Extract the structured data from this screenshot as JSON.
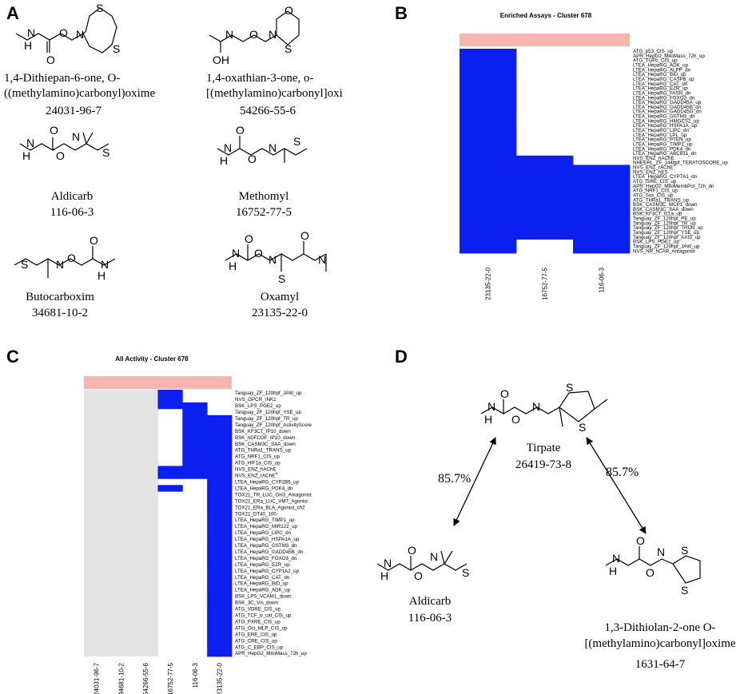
{
  "panels": {
    "a": "A",
    "b": "B",
    "c": "C",
    "d": "D"
  },
  "panel_a": {
    "compounds": [
      {
        "name_lines": [
          "1,4-Dithiepan-6-one, O-",
          "((methylamino)carbonyl)oxime"
        ],
        "cas": "24031-96-7"
      },
      {
        "name_lines": [
          "1,4-oxathian-3-one, o-",
          "[(methylamino)carbonyl]oxi"
        ],
        "cas": "54266-55-6"
      },
      {
        "name_lines": [
          "Aldicarb"
        ],
        "cas": "116-06-3"
      },
      {
        "name_lines": [
          "Methomyl"
        ],
        "cas": "16752-77-5"
      },
      {
        "name_lines": [
          "Butocarboxim"
        ],
        "cas": "34681-10-2"
      },
      {
        "name_lines": [
          "Oxamyl"
        ],
        "cas": "23135-22-0"
      }
    ],
    "atoms": {
      "S": "S",
      "N": "N",
      "H": "H",
      "O": "O",
      "OH": "OH"
    }
  },
  "chart_data": [
    {
      "type": "heatmap",
      "title": "Enriched Assays - Cluster 678",
      "colors": {
        "active": "#0a1ff0",
        "bar": "#f5b5b0",
        "inactive": "#ffffff"
      },
      "columns": [
        "23135-22-0",
        "16752-77-5",
        "116-06-3"
      ],
      "rows": [
        "ATG_p53_CIS_up",
        "APR_HepG2_MitoMass_72h_up",
        "ATG_TGFb_CIS_up",
        "LTEA_HepaRG_ADK_up",
        "LTEA_HepaRG_ALPP_dn",
        "LTEA_HepaRG_BID_up",
        "LTEA_HepaRG_CASP8_up",
        "LTEA_HepaRG_CAT_dn",
        "LTEA_HepaRG_EZR_up",
        "LTEA_HepaRG_FASN_dn",
        "LTEA_HepaRG_FOXO3_dn",
        "LTEA_HepaRG_GADD45A_up",
        "LTEA_HepaRG_GADD45B_dn",
        "LTEA_HepaRG_GADD45G_dn",
        "LTEA_HepaRG_GSTM3_dn",
        "LTEA_HepaRG_HMGCS2_up",
        "LTEA_HepaRG_HSPA1A_up",
        "LTEA_HepaRG_LIPC_dn",
        "LTEA_HepaRG_LPL_up",
        "LTEA_HepaRG_PTEN_up",
        "LTEA_HepaRG_TIMP1_up",
        "LTEA_HepaRG_PDK4_dn",
        "LTEA_HepaRG_ABCB11_dn",
        "NVS_ENZ_hAChE",
        "NHEERL_ZF_144hpf_TERATOSCORE_up",
        "NVS_ENZ_rAChE",
        "NVS_ENZ_hES",
        "LTEA_HepaRG_CYP7A1_dn",
        "ATG_ISRE_CIS_up",
        "APR_HepG2_MitoMembPot_72h_dn",
        "ATG_NRF1_CIS_up",
        "ATG_Sox_CIS_up",
        "ATG_THRa1_TRANS_up",
        "BSK_CASM3C_MCP1_down",
        "BSK_CASM3C_SAA_down",
        "BSK_KF3CT_IL1a_up",
        "Tanguay_ZF_120hpf_PE_up",
        "Tanguay_ZF_120hpf_TR_up",
        "Tanguay_ZF_120hpf_TRUN_up",
        "Tanguay_ZF_120hpf_YSE_up",
        "Tanguay_ZF_120hpf_AXIS_up",
        "BSK_LPS_PGE2_up",
        "Tanguay_ZF_120hpf_JAW_up",
        "NVS_NR_hCAR_Antagonist"
      ],
      "active": [
        [
          1,
          0,
          0
        ],
        [
          1,
          0,
          0
        ],
        [
          1,
          0,
          0
        ],
        [
          1,
          0,
          0
        ],
        [
          1,
          0,
          0
        ],
        [
          1,
          0,
          0
        ],
        [
          1,
          0,
          0
        ],
        [
          1,
          0,
          0
        ],
        [
          1,
          0,
          0
        ],
        [
          1,
          0,
          0
        ],
        [
          1,
          0,
          0
        ],
        [
          1,
          0,
          0
        ],
        [
          1,
          0,
          0
        ],
        [
          1,
          0,
          0
        ],
        [
          1,
          0,
          0
        ],
        [
          1,
          0,
          0
        ],
        [
          1,
          0,
          0
        ],
        [
          1,
          0,
          0
        ],
        [
          1,
          0,
          0
        ],
        [
          1,
          0,
          0
        ],
        [
          1,
          0,
          0
        ],
        [
          1,
          0,
          0
        ],
        [
          1,
          0,
          0
        ],
        [
          1,
          1,
          0
        ],
        [
          1,
          1,
          0
        ],
        [
          1,
          1,
          1
        ],
        [
          1,
          1,
          1
        ],
        [
          1,
          1,
          1
        ],
        [
          1,
          1,
          1
        ],
        [
          1,
          1,
          1
        ],
        [
          1,
          1,
          1
        ],
        [
          1,
          1,
          1
        ],
        [
          1,
          1,
          1
        ],
        [
          1,
          1,
          1
        ],
        [
          1,
          1,
          1
        ],
        [
          1,
          1,
          1
        ],
        [
          1,
          1,
          1
        ],
        [
          1,
          1,
          1
        ],
        [
          1,
          1,
          1
        ],
        [
          1,
          1,
          1
        ],
        [
          1,
          1,
          1
        ],
        [
          1,
          0,
          1
        ],
        [
          1,
          0,
          1
        ],
        [
          1,
          0,
          1
        ]
      ],
      "marked_row": "NVS_ENZ_rAChE",
      "marker": "*"
    },
    {
      "type": "heatmap",
      "title": "All Activity - Cluster 678",
      "colors": {
        "active": "#0a1ff0",
        "bar": "#f5b5b0",
        "untested": "#e3e3e3",
        "inactive": "#ffffff"
      },
      "columns": [
        "24031-96-7",
        "34681-10-2",
        "54266-55-6",
        "16752-77-5",
        "116-06-3",
        "23135-22-0"
      ],
      "rows": [
        "Tanguay_ZF_120hpf_JAW_up",
        "NVS_GPCR_rNK1",
        "BSK_LPS_PGE2_up",
        "Tanguay_ZF_120hpf_YSE_up",
        "Tanguay_ZF_120hpf_TR_up",
        "Tanguay_ZF_120hpf_ActivityScore",
        "BSK_KF3CT_IP10_down",
        "BSK_hDFCGF_IP10_down",
        "BSK_CASM3C_SAA_down",
        "ATG_THRa1_TRANS_up",
        "ATG_NRF1_CIS_up",
        "ATG_HIF1a_CIS_up",
        "NVS_ENZ_hAChE",
        "NVS_ENZ_rAChE",
        "LTEA_HepaRG_CYP2B6_up",
        "LTEA_HepaRG_PDK4_dn",
        "TOX21_TR_LUC_GH3_Antagonist",
        "TOX21_ERa_LUC_VM7_Agonist",
        "TOX21_ERa_BLA_Agonist_ch2",
        "TOX21_DT40_100",
        "LTEA_HepaRG_TIMP1_up",
        "LTEA_HepaRG_MIR122_up",
        "LTEA_HepaRG_LIPC_dn",
        "LTEA_HepaRG_HSPA1A_up",
        "LTEA_HepaRG_GSTM3_dn",
        "LTEA_HepaRG_GADD45B_dn",
        "LTEA_HepaRG_FOXO3_dn",
        "LTEA_HepaRG_EZR_up",
        "LTEA_HepaRG_CYP1A2_up",
        "LTEA_HepaRG_CAT_dn",
        "LTEA_HepaRG_BID_up",
        "LTEA_HepaRG_ADK_up",
        "BSK_LPS_VCAM1_down",
        "BSK_3C_Vis_down",
        "ATG_VDRE_CIS_up",
        "ATG_TCF_b_cat_CIS_up",
        "ATG_PXRE_CIS_up",
        "ATG_Oct_MLP_CIS_up",
        "ATG_ERE_CIS_up",
        "ATG_CRE_CIS_up",
        "ATG_C_EBP_CIS_up",
        "APR_HepG2_MitoMass_72h_up"
      ],
      "active": [
        [
          0,
          0,
          0,
          1,
          0,
          0
        ],
        [
          0,
          0,
          0,
          1,
          0,
          0
        ],
        [
          0,
          0,
          0,
          1,
          1,
          0
        ],
        [
          0,
          0,
          0,
          0,
          1,
          0
        ],
        [
          0,
          0,
          0,
          0,
          1,
          1
        ],
        [
          0,
          0,
          0,
          0,
          1,
          1
        ],
        [
          0,
          0,
          0,
          0,
          1,
          1
        ],
        [
          0,
          0,
          0,
          0,
          1,
          1
        ],
        [
          0,
          0,
          0,
          0,
          1,
          1
        ],
        [
          0,
          0,
          0,
          0,
          1,
          1
        ],
        [
          0,
          0,
          0,
          0,
          1,
          1
        ],
        [
          0,
          0,
          0,
          0,
          1,
          1
        ],
        [
          0,
          0,
          0,
          1,
          1,
          1
        ],
        [
          0,
          0,
          0,
          1,
          1,
          1
        ],
        [
          0,
          0,
          0,
          0,
          0,
          1
        ],
        [
          0,
          0,
          0,
          1,
          0,
          1
        ],
        [
          0,
          0,
          0,
          0,
          0,
          1
        ],
        [
          0,
          0,
          0,
          0,
          0,
          1
        ],
        [
          0,
          0,
          0,
          0,
          0,
          1
        ],
        [
          0,
          0,
          0,
          0,
          0,
          1
        ],
        [
          0,
          0,
          0,
          0,
          0,
          1
        ],
        [
          0,
          0,
          0,
          0,
          0,
          1
        ],
        [
          0,
          0,
          0,
          0,
          0,
          1
        ],
        [
          0,
          0,
          0,
          0,
          0,
          1
        ],
        [
          0,
          0,
          0,
          0,
          0,
          1
        ],
        [
          0,
          0,
          0,
          0,
          0,
          1
        ],
        [
          0,
          0,
          0,
          0,
          0,
          1
        ],
        [
          0,
          0,
          0,
          0,
          0,
          1
        ],
        [
          0,
          0,
          0,
          0,
          0,
          1
        ],
        [
          0,
          0,
          0,
          0,
          0,
          1
        ],
        [
          0,
          0,
          0,
          0,
          0,
          1
        ],
        [
          0,
          0,
          0,
          0,
          0,
          1
        ],
        [
          0,
          0,
          0,
          0,
          0,
          1
        ],
        [
          0,
          0,
          0,
          0,
          0,
          1
        ],
        [
          0,
          0,
          0,
          0,
          0,
          1
        ],
        [
          0,
          0,
          0,
          0,
          0,
          1
        ],
        [
          0,
          0,
          0,
          0,
          0,
          1
        ],
        [
          0,
          0,
          0,
          0,
          0,
          1
        ],
        [
          0,
          0,
          0,
          0,
          0,
          1
        ],
        [
          0,
          0,
          0,
          0,
          0,
          1
        ],
        [
          0,
          0,
          0,
          0,
          0,
          1
        ],
        [
          0,
          0,
          0,
          0,
          0,
          1
        ]
      ],
      "untested_columns": [
        0,
        1,
        2
      ],
      "marked_row": "NVS_ENZ_rAChE",
      "marker": "*"
    }
  ],
  "panel_d": {
    "center": {
      "name": "Tirpate",
      "cas": "26419-73-8"
    },
    "left": {
      "name_lines": [
        "Aldicarb"
      ],
      "cas": "116-06-3",
      "similarity": "85.7%"
    },
    "right": {
      "name_lines": [
        "1,3-Dithiolan-2-one O-",
        "[(methylamino)carbonyl]oxime"
      ],
      "cas": "1631-64-7",
      "similarity": "85.7%"
    }
  }
}
